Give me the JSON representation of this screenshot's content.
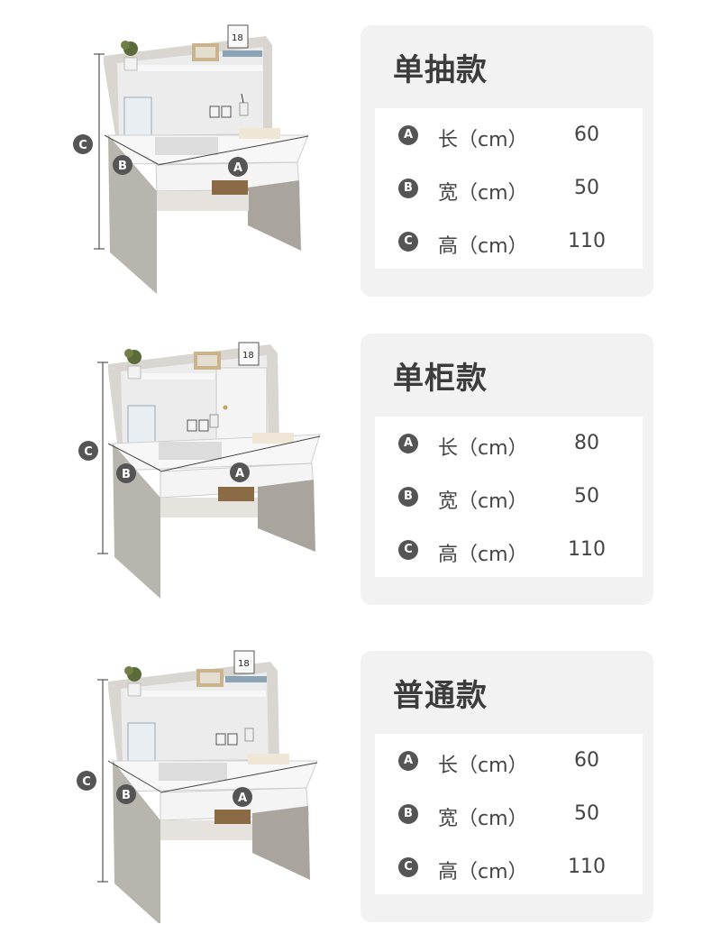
{
  "products": [
    {
      "name": "单抽款",
      "specs": [
        {
          "badge": "A",
          "label": "长（cm）",
          "value": "60"
        },
        {
          "badge": "B",
          "label": "宽（cm）",
          "value": "50"
        },
        {
          "badge": "C",
          "label": "高（cm）",
          "value": "110"
        }
      ],
      "diagram": {
        "a": "A",
        "b": "B",
        "c": "C",
        "calendar": "18"
      }
    },
    {
      "name": "单柜款",
      "specs": [
        {
          "badge": "A",
          "label": "长（cm）",
          "value": "80"
        },
        {
          "badge": "B",
          "label": "宽（cm）",
          "value": "50"
        },
        {
          "badge": "C",
          "label": "高（cm）",
          "value": "110"
        }
      ],
      "diagram": {
        "a": "A",
        "b": "B",
        "c": "C",
        "calendar": "18"
      }
    },
    {
      "name": "普通款",
      "specs": [
        {
          "badge": "A",
          "label": "长（cm）",
          "value": "60"
        },
        {
          "badge": "B",
          "label": "宽（cm）",
          "value": "50"
        },
        {
          "badge": "C",
          "label": "高（cm）",
          "value": "110"
        }
      ],
      "diagram": {
        "a": "A",
        "b": "B",
        "c": "C",
        "calendar": "18"
      }
    }
  ],
  "colors": {
    "card_bg": "#f2f2f2",
    "badge": "#555555",
    "desk_body": "#b8b4ae",
    "desk_top": "#f7f7f7"
  }
}
